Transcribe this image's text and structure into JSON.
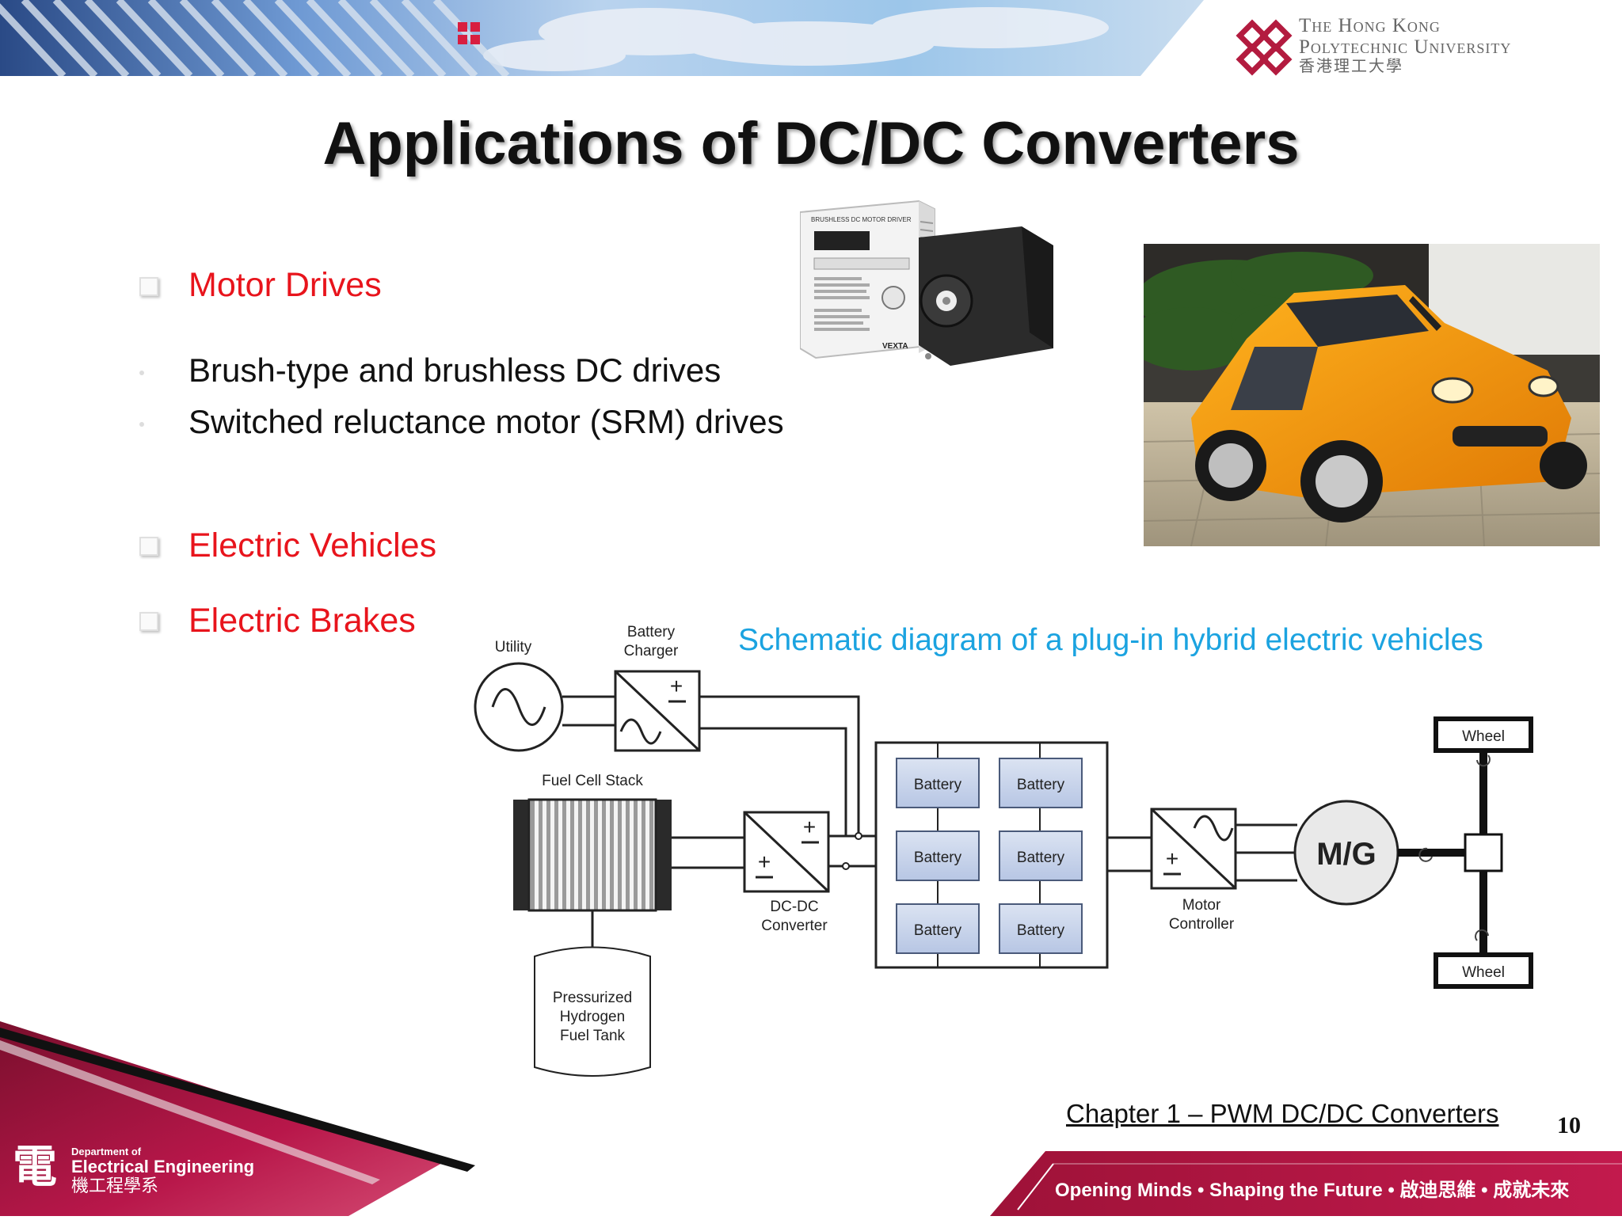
{
  "header": {
    "university_name_line1": "The Hong Kong",
    "university_name_line2": "Polytechnic University",
    "university_name_chinese": "香港理工大學"
  },
  "slide": {
    "title": "Applications of DC/DC Converters",
    "bullets": [
      {
        "label": "Motor Drives"
      },
      {
        "label": "Electric Vehicles"
      },
      {
        "label": "Electric Brakes"
      }
    ],
    "sub_bullets": [
      "Brush-type and brushless DC drives",
      "Switched reluctance motor (SRM) drives"
    ],
    "diagram_caption": "Schematic  diagram of a plug-in hybrid electric vehicles"
  },
  "driver_image": {
    "header_text": "BRUSHLESS DC MOTOR DRIVER",
    "brand": "VEXTA"
  },
  "diagram": {
    "utility": "Utility",
    "charger_line1": "Battery",
    "charger_line2": "Charger",
    "fuel_cell": "Fuel Cell Stack",
    "tank_line1": "Pressurized",
    "tank_line2": "Hydrogen",
    "tank_line3": "Fuel Tank",
    "dcdc_line1": "DC-DC",
    "dcdc_line2": "Converter",
    "battery": "Battery",
    "motor_ctrl_line1": "Motor",
    "motor_ctrl_line2": "Controller",
    "mg": "M/G",
    "wheel": "Wheel"
  },
  "footer": {
    "chapter": "Chapter 1 – PWM DC/DC Converters",
    "page_number": "10",
    "dept_line1": "Department of",
    "dept_line2": "Electrical Engineering",
    "dept_chinese": "機工程學系",
    "dept_logo_char": "電",
    "motto": "Opening Minds • Shaping the Future • 啟迪思維 • 成就未來"
  },
  "colors": {
    "accent_red": "#e8141c",
    "caption_blue": "#1ba3e0",
    "footer_maroon": "#a8123e",
    "banner_sky": "#9cc6ea"
  }
}
